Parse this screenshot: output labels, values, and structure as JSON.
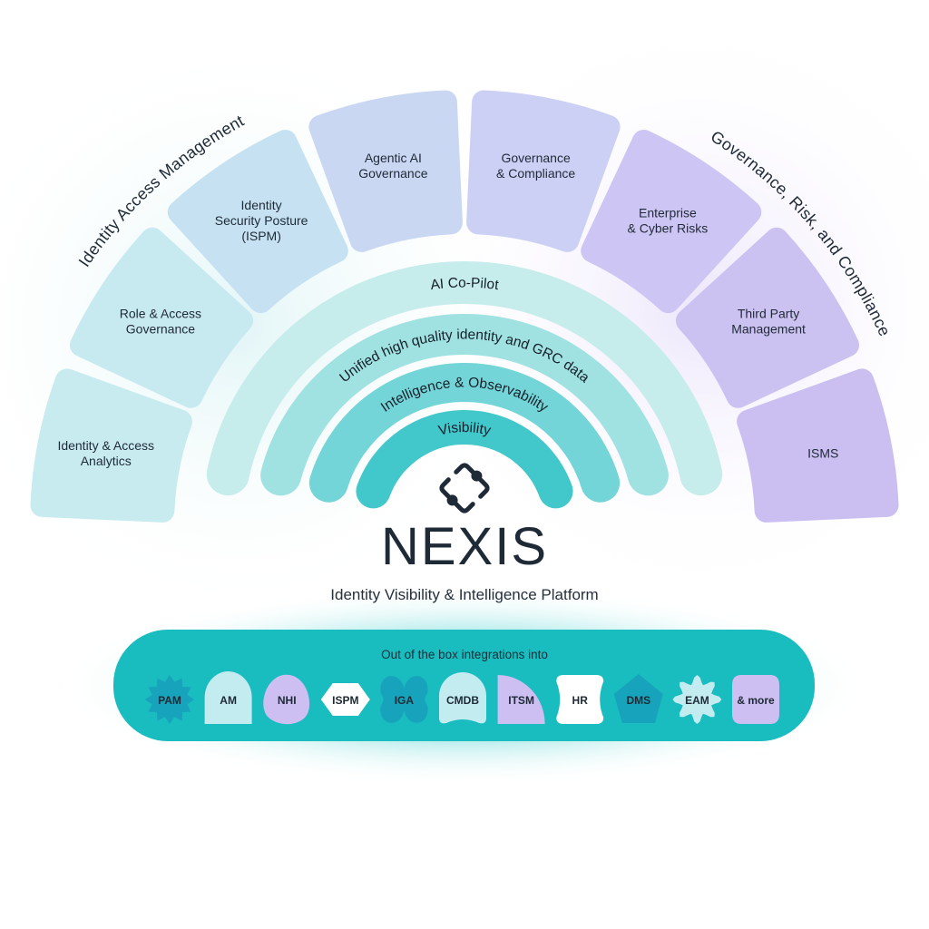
{
  "outer_labels": {
    "left": "Identity Access Management",
    "right": "Governance, Risk, and Compliance"
  },
  "tiles": [
    {
      "lines": [
        "Identity & Access",
        "Analytics"
      ],
      "color": "#c8ebf0"
    },
    {
      "lines": [
        "Role & Access",
        "Governance"
      ],
      "color": "#c7e9f0"
    },
    {
      "lines": [
        "Identity",
        "Security Posture",
        "(ISPM)"
      ],
      "color": "#c6e2f2"
    },
    {
      "lines": [
        "Agentic AI",
        "Governance"
      ],
      "color": "#c9d7f3"
    },
    {
      "lines": [
        "Governance",
        "& Compliance"
      ],
      "color": "#ccd0f4"
    },
    {
      "lines": [
        "Enterprise",
        "& Cyber Risks"
      ],
      "color": "#cdc5f3"
    },
    {
      "lines": [
        "Third Party",
        "Management"
      ],
      "color": "#ccc2f2"
    },
    {
      "lines": [
        "ISMS"
      ],
      "color": "#cbbff2"
    }
  ],
  "bands": [
    {
      "label": "AI Co-Pilot",
      "color": "#c6ecec"
    },
    {
      "label": "Unified high quality identity and GRC data",
      "color": "#a0e1e1"
    },
    {
      "label": "Intelligence & Observability",
      "color": "#73d5d7"
    },
    {
      "label": "Visibility",
      "color": "#42c7ca"
    }
  ],
  "brand": {
    "name": "NEXIS",
    "tagline": "Identity Visibility & Intelligence Platform",
    "logo_icon": "diamond-connector-icon",
    "color": "#1f2a37"
  },
  "integrations": {
    "title": "Out of the box integrations into",
    "bar_color": "#19bcbf",
    "items": [
      {
        "label": "PAM",
        "shape": "star",
        "color": "#17a3bb"
      },
      {
        "label": "AM",
        "shape": "arch",
        "color": "#c3ecf0"
      },
      {
        "label": "NHI",
        "shape": "blob",
        "color": "#cdbff2"
      },
      {
        "label": "ISPM",
        "shape": "hexagon",
        "color": "#ffffff"
      },
      {
        "label": "IGA",
        "shape": "quatrefoil",
        "color": "#17a3bb"
      },
      {
        "label": "CMDB",
        "shape": "bump",
        "color": "#c3ecf0"
      },
      {
        "label": "ITSM",
        "shape": "quarter",
        "color": "#cdbff2"
      },
      {
        "label": "HR",
        "shape": "pinch",
        "color": "#ffffff"
      },
      {
        "label": "DMS",
        "shape": "pentagon",
        "color": "#17a3bb"
      },
      {
        "label": "EAM",
        "shape": "flower",
        "color": "#c3ecf0"
      },
      {
        "label": "& more",
        "shape": "rounded-square",
        "color": "#cdbff2"
      }
    ]
  }
}
